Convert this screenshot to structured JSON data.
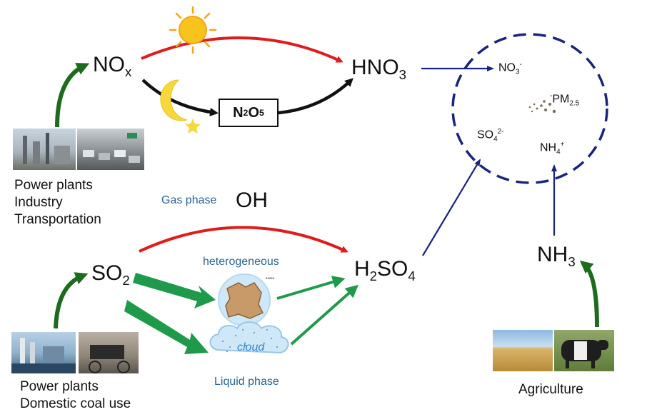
{
  "species": {
    "nox": {
      "main": "NO",
      "sub": "x"
    },
    "hno3": {
      "main": "HNO",
      "sub": "3"
    },
    "n2o5": {
      "a": "N",
      "b": "2",
      "c": "O",
      "d": "5"
    },
    "so2": {
      "main": "SO",
      "sub": "2"
    },
    "oh": "OH",
    "h2so4": {
      "a": "H",
      "b": "2",
      "c": "SO",
      "d": "4"
    },
    "nh3": {
      "main": "NH",
      "sub": "3"
    }
  },
  "particle_ions": {
    "no3": {
      "main": "NO",
      "sub": "3",
      "sup": "-"
    },
    "pm25": {
      "minus": "-",
      "main": "PM",
      "sub": "2.5"
    },
    "so4": {
      "main": "SO",
      "sub": "4",
      "sup": "2-"
    },
    "nh4": {
      "main": "NH",
      "sub": "4",
      "sup": "+"
    }
  },
  "labels": {
    "gas_phase": "Gas phase",
    "heterogeneous": "heterogeneous",
    "liquid_phase": "Liquid phase",
    "cloud": "cloud"
  },
  "sources": {
    "nox": [
      "Power plants",
      "Industry",
      "Transportation"
    ],
    "so2": [
      "Power plants",
      "Domestic coal use"
    ],
    "nh3": [
      "Agriculture"
    ]
  },
  "icons": [
    "sun-icon",
    "moon-icon",
    "star-icon",
    "cloud-icon",
    "particle-icon"
  ],
  "colors": {
    "red": "#e01b1b",
    "black": "#111111",
    "green": "#1f9a4a",
    "dark_green": "#1e6b1e",
    "navy": "#1a237e",
    "cloud_fill": "#cfe8f7",
    "sun": "#f7c31c"
  }
}
